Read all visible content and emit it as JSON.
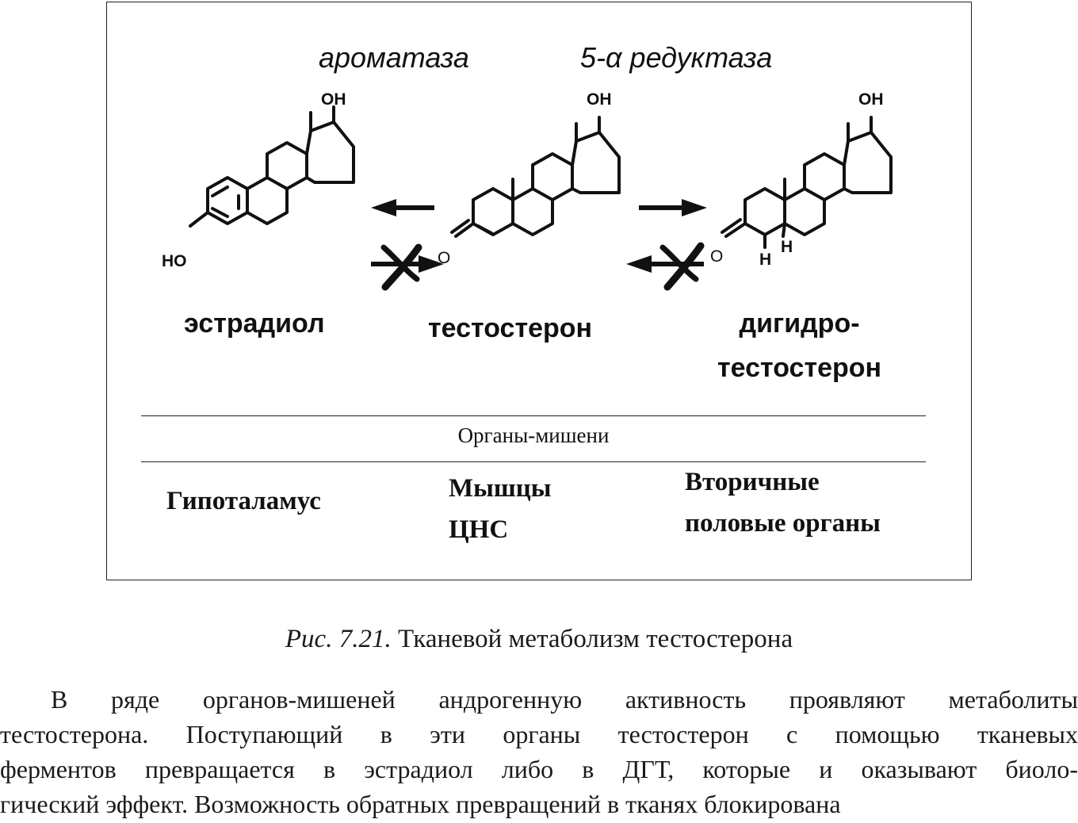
{
  "figure": {
    "enzymes": {
      "aromatase": "ароматаза",
      "reductase": "5-α редуктаза"
    },
    "compounds": {
      "estradiol": "эстрадиол",
      "testosterone": "тестостерон",
      "dht_line1": "дигидро-",
      "dht_line2": "тестостерон"
    },
    "atoms": {
      "oh": "OH",
      "ho": "HO",
      "o": "O",
      "h": "H"
    },
    "targets": {
      "header": "Органы-мишени",
      "col1": "Гипоталамус",
      "col2_line1": "Мышцы",
      "col2_line2": "ЦНС",
      "col3_line1": "Вторичные",
      "col3_line2": "половые органы"
    }
  },
  "caption": {
    "prefix": "Рис. 7.21.",
    "text": "Тканевой метаболизм тестостерона"
  },
  "paragraph": [
    "В ряде органов-мишеней андрогенную активность проявляют метаболиты",
    "тестостерона. Поступающий в эти органы тестостерон с помощью тканевых",
    "ферментов превращается в эстрадиол либо в ДГТ, которые и оказывают биоло-",
    "гический эффект. Возможность обратных превращений в тканях блокирована"
  ]
}
